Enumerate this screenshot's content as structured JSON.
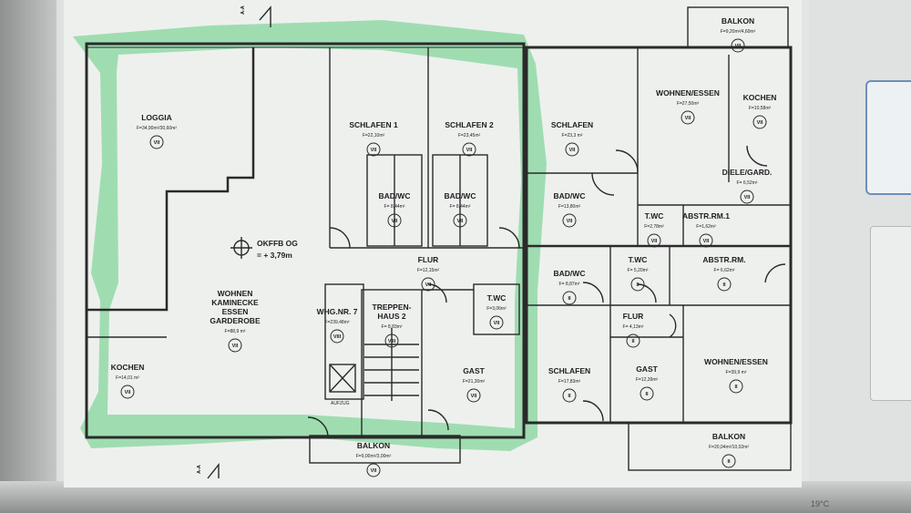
{
  "level_marker": {
    "label": "OKFFB OG",
    "value": "= + 3,79m"
  },
  "section_markers": [
    "A-A",
    "A-A"
  ],
  "elevator_label": "AUFZUG",
  "rooms": [
    {
      "id": "loggia",
      "name": "LOGGIA",
      "area": "F=34,90m²/30,60m²",
      "mark": "VII"
    },
    {
      "id": "wohnen-main",
      "name": "WOHNEN\nKAMINECKE\nESSEN\nGARDEROBE",
      "area": "F=88,9 m²",
      "mark": "VII"
    },
    {
      "id": "kochen-left",
      "name": "KOCHEN",
      "area": "F=14,01 m²",
      "mark": "VII"
    },
    {
      "id": "schlafen1",
      "name": "SCHLAFEN 1",
      "area": "F=22,10m²",
      "mark": "VII"
    },
    {
      "id": "schlafen2",
      "name": "SCHLAFEN 2",
      "area": "F=23,45m²",
      "mark": "VII"
    },
    {
      "id": "bad1",
      "name": "BAD/WC",
      "area": "F= 8,44m²",
      "mark": "VII"
    },
    {
      "id": "bad2",
      "name": "BAD/WC",
      "area": "F= 8,44m²",
      "mark": "VII"
    },
    {
      "id": "flur-top",
      "name": "FLUR",
      "area": "F=12,15m²",
      "mark": "VII"
    },
    {
      "id": "whg7",
      "name": "WHG.NR. 7",
      "area": "F=239,48m²",
      "mark": "VIII"
    },
    {
      "id": "treppenhaus",
      "name": "TREPPEN-\nHAUS 2",
      "area": "F= 8,83m²",
      "mark": "VIII"
    },
    {
      "id": "twc-mid",
      "name": "T.WC",
      "area": "F=3,06m²",
      "mark": "VII"
    },
    {
      "id": "gast-mid",
      "name": "GAST",
      "area": "F=21,30m²",
      "mark": "VII"
    },
    {
      "id": "balkon-bottom",
      "name": "BALKON",
      "area": "F=9,00m²/3,00m²",
      "mark": "VII"
    },
    {
      "id": "schlafen-right",
      "name": "SCHLAFEN",
      "area": "F=23,3 m²",
      "mark": "VII"
    },
    {
      "id": "bad-right",
      "name": "BAD/WC",
      "area": "F=13,80m²",
      "mark": "VII"
    },
    {
      "id": "wohnen-essen-top",
      "name": "WOHNEN/ESSEN",
      "area": "F=27,50m²",
      "mark": "VII"
    },
    {
      "id": "kochen-right",
      "name": "KOCHEN",
      "area": "F=10,58m²",
      "mark": "VII"
    },
    {
      "id": "diele",
      "name": "DIELE/GARD.",
      "area": "F= 6,52m²",
      "mark": "VII"
    },
    {
      "id": "twc-right-top",
      "name": "T.WC",
      "area": "F=2,78m²",
      "mark": "VII"
    },
    {
      "id": "abstrm1",
      "name": "ABSTR.RM.1",
      "area": "F=1,62m²",
      "mark": "VII"
    },
    {
      "id": "balkon-top",
      "name": "BALKON",
      "area": "F=9,20m²/4,60m²",
      "mark": "VII"
    },
    {
      "id": "bad-ii",
      "name": "BAD/WC",
      "area": "F= 8,87m²",
      "mark": "II"
    },
    {
      "id": "twc-ii",
      "name": "T.WC",
      "area": "F= 5,20m²",
      "mark": "II"
    },
    {
      "id": "abstrm-ii",
      "name": "ABSTR.RM.",
      "area": "F= 6,62m²",
      "mark": "II"
    },
    {
      "id": "flur-ii",
      "name": "FLUR",
      "area": "F= 4,13m²",
      "mark": "II"
    },
    {
      "id": "schlafen-ii",
      "name": "SCHLAFEN",
      "area": "F=17,83m²",
      "mark": "II"
    },
    {
      "id": "gast-ii",
      "name": "GAST",
      "area": "F=12,39m²",
      "mark": "II"
    },
    {
      "id": "wohnen-essen-ii",
      "name": "WOHNEN/ESSEN",
      "area": "F=39,9 m²",
      "mark": "II"
    },
    {
      "id": "balkon-ii",
      "name": "BALKON",
      "area": "F=20,04m²/10,02m²",
      "mark": "II"
    }
  ],
  "colors": {
    "highlight": "#5fce7f",
    "ink": "#2a2a2a",
    "paper": "#eceeec"
  },
  "taskbar_text": "19°C"
}
